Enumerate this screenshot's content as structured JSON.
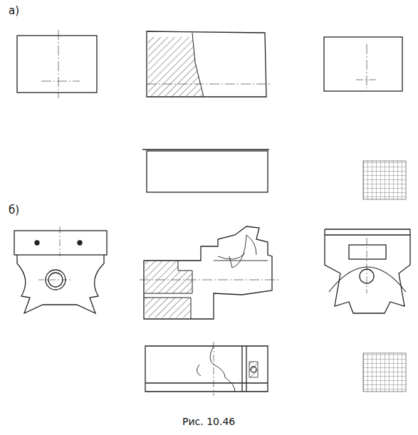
{
  "diagram": {
    "caption": "Рис. 10.46",
    "labels": [
      "а)",
      "б)"
    ]
  }
}
